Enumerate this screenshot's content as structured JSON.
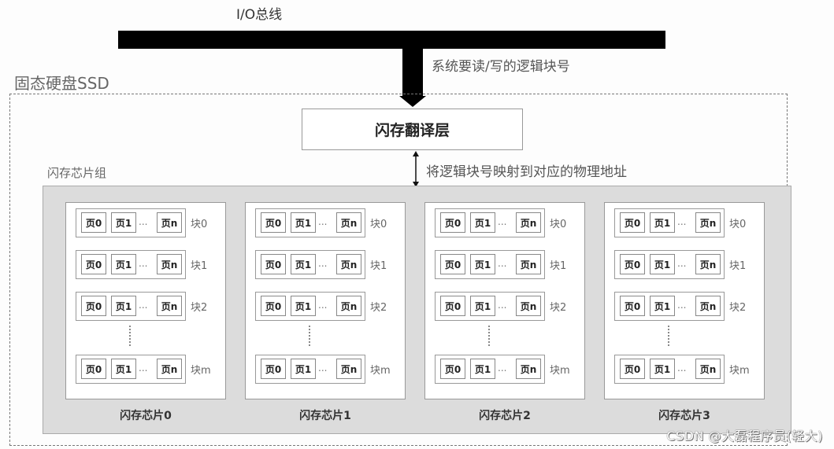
{
  "io_bus": {
    "label": "I/O总线",
    "color": "#000000"
  },
  "request_arrow": {
    "label": "系统要读/写的逻辑块号"
  },
  "ssd": {
    "title": "固态硬盘SSD"
  },
  "ftl": {
    "label": "闪存翻译层"
  },
  "mapping_arrow": {
    "label": "将逻辑块号映射到对应的物理地址"
  },
  "chip_group": {
    "title": "闪存芯片组",
    "chips": [
      {
        "label": "闪存芯片0"
      },
      {
        "label": "闪存芯片1"
      },
      {
        "label": "闪存芯片2"
      },
      {
        "label": "闪存芯片3"
      }
    ],
    "blocks": [
      {
        "label": "块0"
      },
      {
        "label": "块1"
      },
      {
        "label": "块2"
      },
      {
        "label": "块m"
      }
    ],
    "pages": [
      "页0",
      "页1",
      "页n"
    ],
    "ellipsis": "...",
    "vertical_ellipsis": "⋮"
  },
  "colors": {
    "panel_bg": "#dcdcdc",
    "chip_bg": "#ffffff",
    "border": "#999999",
    "label_gray": "#555555"
  },
  "watermark": "CSDN @大磊程序员(轻大)"
}
